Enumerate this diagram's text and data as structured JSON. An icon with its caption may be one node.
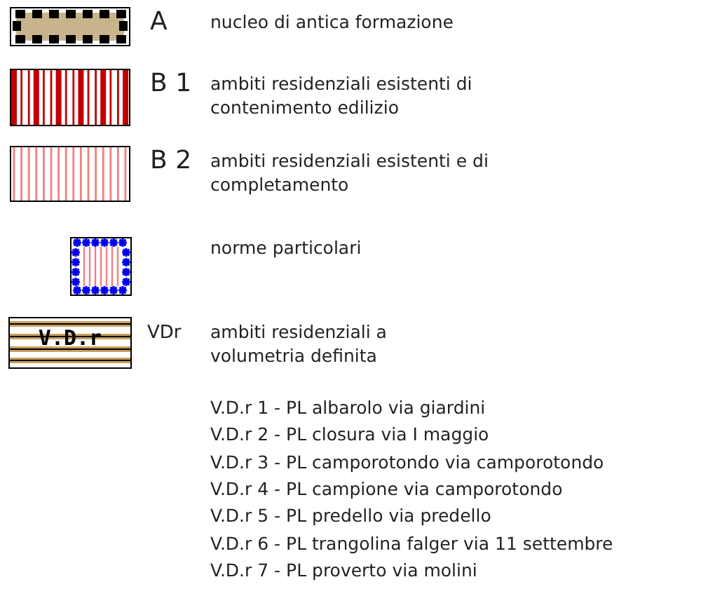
{
  "diagram": {
    "legend": [
      {
        "text": "nucleo di antica formazione"
      },
      {
        "text": "ambiti residenziali esistenti di contenimento edilizio"
      },
      {
        "text": "ambiti residenziali esistenti e di completamento"
      },
      {
        "text": "norme particolari"
      },
      {
        "text": "ambiti residenziali a volumetria definita"
      }
    ],
    "labels": [
      "A",
      "B 1",
      "B 2",
      "V.D.r",
      "VDr",
      "V.D.r 1 - PL albarolo via giardini",
      "V.D.r 2 - PL closura via I maggio",
      "V.D.r 3 - PL camporotondo via camporotondo",
      "V.D.r 4 - PL campione via camporotondo",
      "V.D.r 5 - PL predello via predello",
      "V.D.r 6 - PL trangolina falger via 11 settembre",
      "V.D.r 7 - PL proverto via molini"
    ]
  }
}
